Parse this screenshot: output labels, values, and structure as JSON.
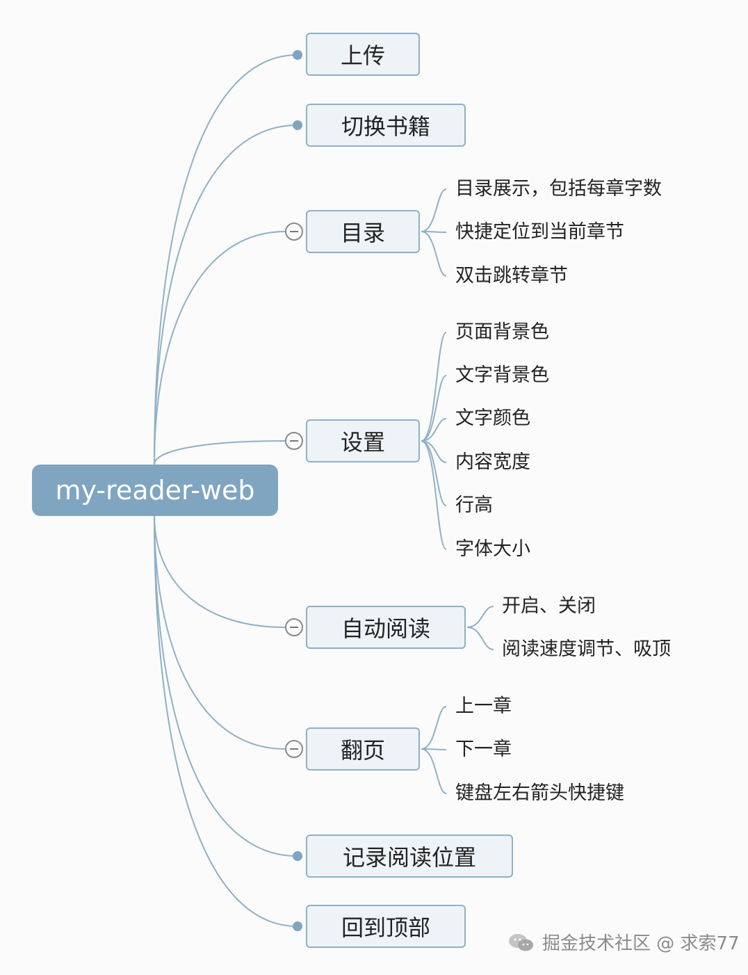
{
  "root": {
    "label": "my-reader-web"
  },
  "branches": [
    {
      "id": "upload",
      "label": "上传",
      "children": []
    },
    {
      "id": "switch-book",
      "label": "切换书籍",
      "children": []
    },
    {
      "id": "toc",
      "label": "目录",
      "children": [
        "目录展示，包括每章字数",
        "快捷定位到当前章节",
        "双击跳转章节"
      ]
    },
    {
      "id": "settings",
      "label": "设置",
      "children": [
        "页面背景色",
        "文字背景色",
        "文字颜色",
        "内容宽度",
        "行高",
        "字体大小"
      ]
    },
    {
      "id": "auto-read",
      "label": "自动阅读",
      "children": [
        "开启、关闭",
        "阅读速度调节、吸顶"
      ]
    },
    {
      "id": "page-turn",
      "label": "翻页",
      "children": [
        "上一章",
        "下一章",
        "键盘左右箭头快捷键"
      ]
    },
    {
      "id": "record-position",
      "label": "记录阅读位置",
      "children": []
    },
    {
      "id": "back-to-top",
      "label": "回到顶部",
      "children": []
    }
  ],
  "watermark": "掘金技术社区 @ 求索77",
  "colors": {
    "branch_line": "#8fb0c6",
    "root_fill": "#7fa5c0",
    "node_fill": "#eef3f7"
  }
}
